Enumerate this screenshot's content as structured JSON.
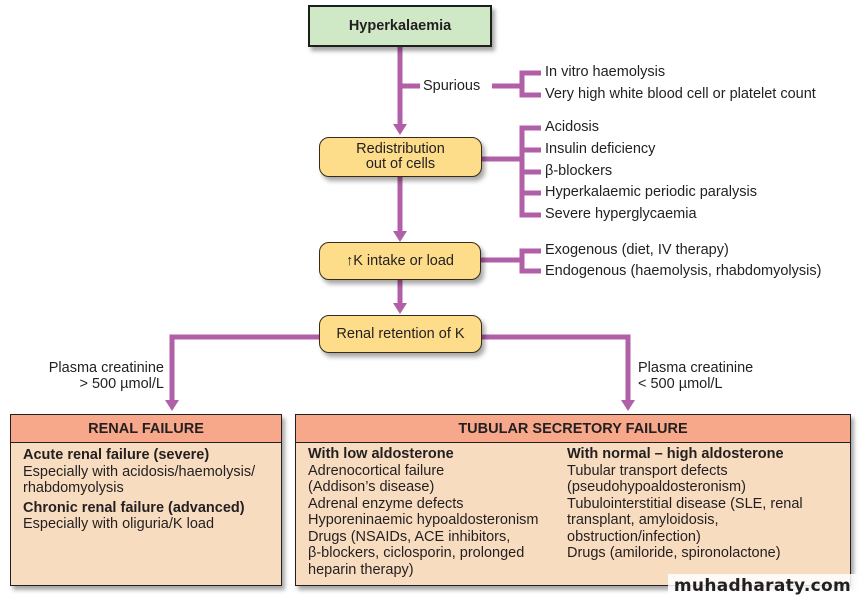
{
  "diagram": {
    "root": {
      "label": "Hyperkalaemia"
    },
    "spurious": {
      "label": "Spurious",
      "items": [
        "In vitro haemolysis",
        "Very high white blood cell or platelet count"
      ]
    },
    "redistribution": {
      "line1": "Redistribution",
      "line2": "out of cells",
      "items": [
        "Acidosis",
        "Insulin deficiency",
        "β-blockers",
        "Hyperkalaemic periodic paralysis",
        "Severe hyperglycaemia"
      ]
    },
    "intake": {
      "label": "↑K intake or load",
      "items": [
        "Exogenous (diet, IV therapy)",
        "Endogenous (haemolysis, rhabdomyolysis)"
      ]
    },
    "renal_retention": {
      "label": "Renal retention of K"
    },
    "branch_left": {
      "line1": "Plasma creatinine",
      "line2": "> 500 µmol/L"
    },
    "branch_right": {
      "line1": "Plasma creatinine",
      "line2": "< 500 µmol/L"
    },
    "renal_failure": {
      "title": "RENAL FAILURE",
      "acute_heading": "Acute renal failure (severe)",
      "acute_lines": [
        "Especially with acidosis/haemolysis/",
        "rhabdomyolysis"
      ],
      "chronic_heading": "Chronic renal failure (advanced)",
      "chronic_lines": [
        "Especially with oliguria/K load"
      ]
    },
    "tubular_failure": {
      "title": "TUBULAR SECRETORY FAILURE",
      "low": {
        "heading": "With low aldosterone",
        "lines": [
          "Adrenocortical failure",
          "(Addison’s disease)",
          "Adrenal enzyme defects",
          "Hyporeninaemic hypoaldosteronism",
          "Drugs (NSAIDs, ACE inhibitors,",
          "β-blockers, ciclosporin, prolonged",
          "heparin therapy)"
        ]
      },
      "high": {
        "heading": "With normal – high aldosterone",
        "lines": [
          "Tubular transport defects",
          "(pseudohypoaldosteronism)",
          "Tubulointerstitial disease (SLE, renal",
          "transplant, amyloidosis,",
          "obstruction/infection)",
          "Drugs (amiloride, spironolactone)"
        ]
      }
    },
    "colors": {
      "connector": "#b15fa7",
      "root_fill": "#cfe8c6",
      "step_fill": "#fddc8a",
      "panel_header": "#f8a88a",
      "panel_body": "#f8dcc0"
    }
  },
  "watermark": "muhadharaty.com"
}
